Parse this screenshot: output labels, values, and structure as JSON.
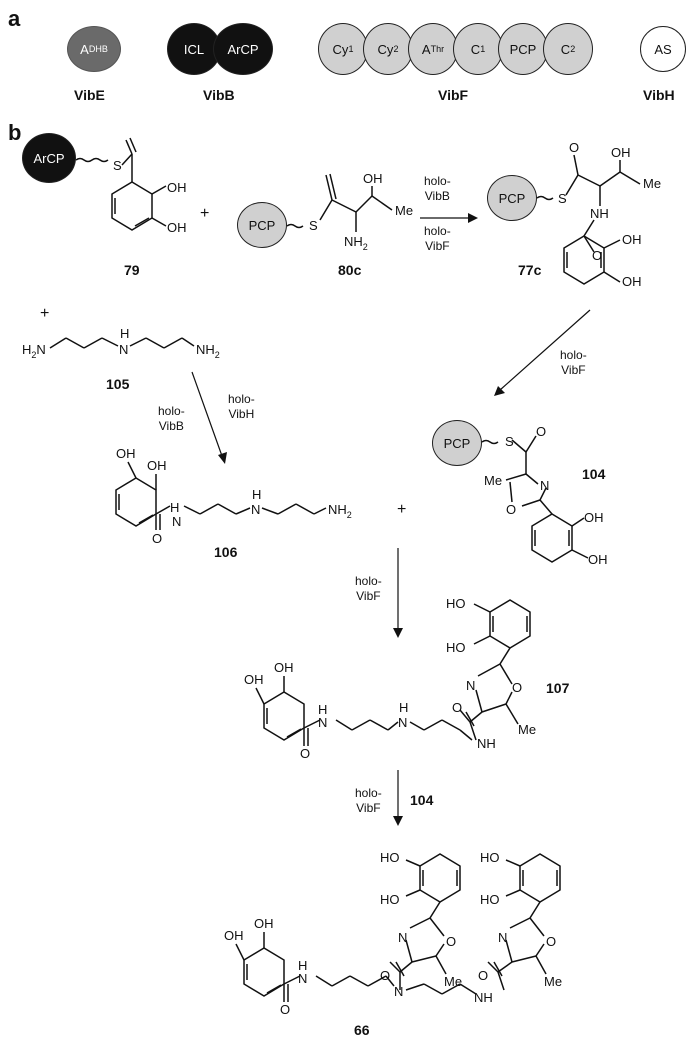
{
  "panel_labels": {
    "a": "a",
    "b": "b"
  },
  "domains": {
    "vibE_a": "A",
    "vibE_a_sub": "DHB",
    "icl": "ICL",
    "arcp": "ArCP",
    "cy1": "Cy",
    "cy1_sub": "1",
    "cy2": "Cy",
    "cy2_sub": "2",
    "athr": "A",
    "athr_sub": "Thr",
    "c1": "C",
    "c1_sub": "1",
    "pcp": "PCP",
    "c2": "C",
    "c2_sub": "2",
    "as": "AS"
  },
  "proteins": {
    "vibE": "VibE",
    "vibB": "VibB",
    "vibF": "VibF",
    "vibH": "VibH"
  },
  "compounds": {
    "c79": "79",
    "c80c": "80c",
    "c77c": "77c",
    "c105": "105",
    "c106": "106",
    "c104": "104",
    "c107": "107",
    "c66": "66"
  },
  "reagents": {
    "r1_top": "holo-",
    "r1_top2": "VibB",
    "r1_bottom": "holo-",
    "r1_bottom2": "VibF",
    "r2": "holo-",
    "r2b": "VibF",
    "r3_left": "holo-",
    "r3_left2": "VibB",
    "r3_right": "holo-",
    "r3_right2": "VibH",
    "r4": "holo-",
    "r4b": "VibF",
    "r5": "holo-",
    "r5b": "VibF",
    "r5_cmpd": "104"
  },
  "atoms": {
    "s": "S",
    "oh": "OH",
    "ho": "HO",
    "o": "O",
    "nh": "NH",
    "n": "N",
    "h": "H",
    "nh2": "NH",
    "nh2_sub": "2",
    "me": "Me",
    "plus": "+",
    "h2n": "H",
    "h2n_sub": "2",
    "h2n_n": "N"
  }
}
